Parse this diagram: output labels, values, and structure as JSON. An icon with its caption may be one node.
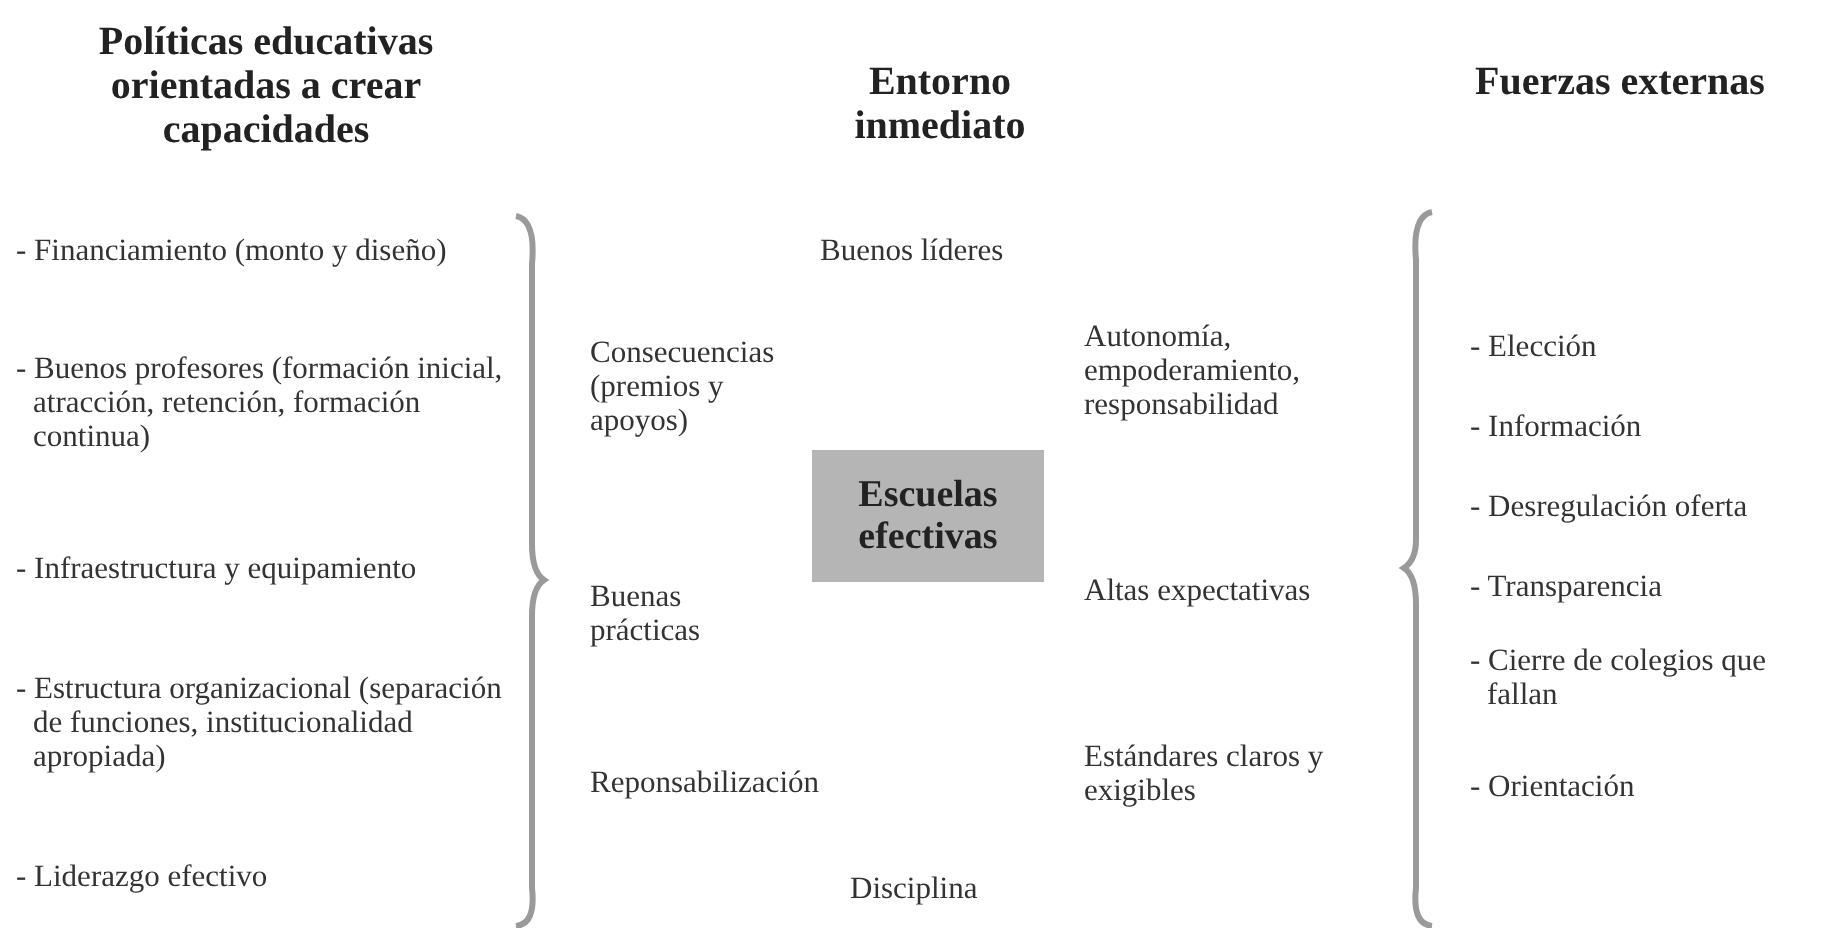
{
  "diagram": {
    "nodes": [
      {
        "text": [
          "Escuelas efectivas"
        ]
      }
    ],
    "edges": [],
    "labels": [
      "Políticas educativas orientadas a crear capacidades",
      "Entorno inmediato",
      "Fuerzas externas",
      "- Financiamiento (monto y diseño)",
      "- Buenos profesores (formación inicial, atracción, retención, formación continua)",
      "- Infraestructura y equipamiento",
      "- Estructura organizacional (separación de funciones, institucionalidad apropiada)",
      "- Liderazgo efectivo",
      "Buenos líderes",
      "Consecuencias (premios y apoyos)",
      "Buenas prácticas",
      "Reponsabilización",
      "Disciplina",
      "Autonomía, empoderamiento, responsabilidad",
      "Altas expectativas",
      "Estándares claros y exigibles",
      "- Elección",
      "- Información",
      "- Desregulación oferta",
      "- Transparencia",
      "- Cierre de colegios que fallan",
      "- Orientación"
    ]
  }
}
